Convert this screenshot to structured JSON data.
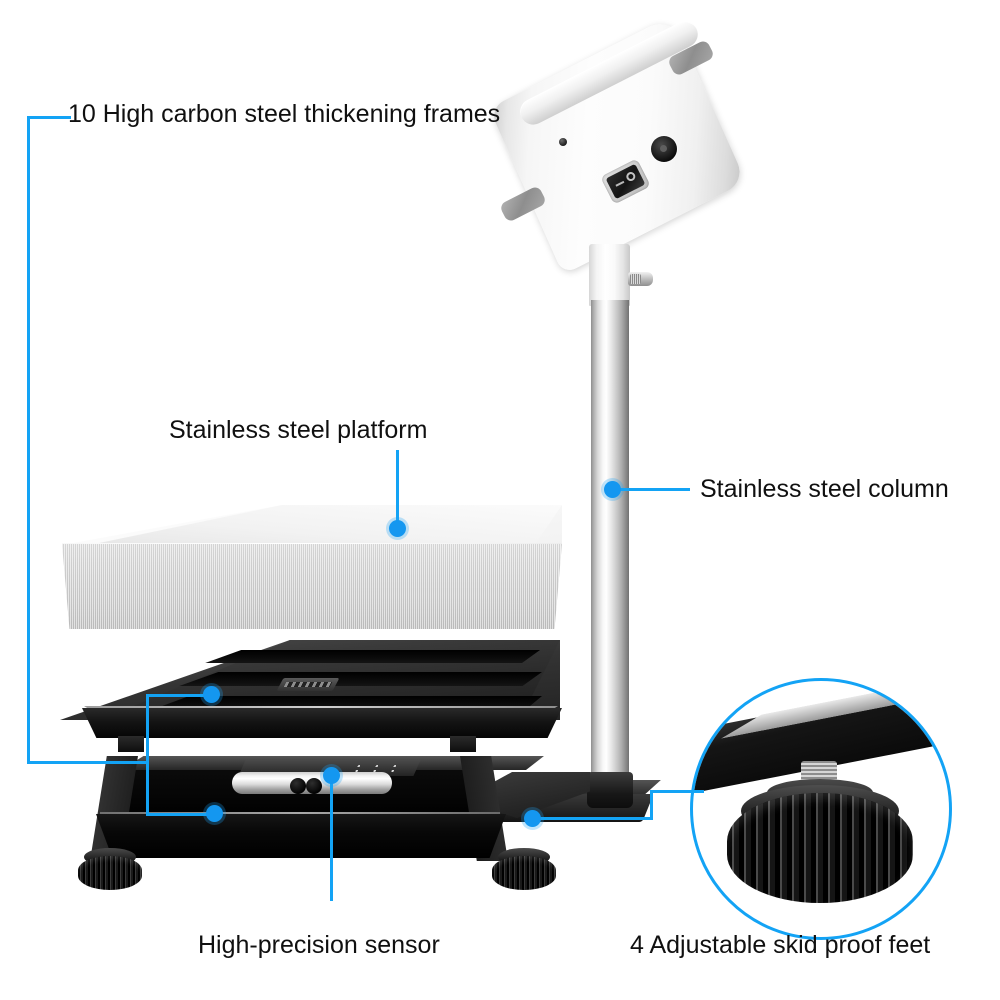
{
  "diagram": {
    "title": "Digital platform scale exploded feature diagram",
    "accent_color": "#13A3F5",
    "text_color": "#101010",
    "background_color": "#FFFFFF"
  },
  "callouts": [
    {
      "id": "frames",
      "label": "10 High carbon steel thickening frames",
      "marker_count": 2,
      "leader_style": "bracket-left"
    },
    {
      "id": "platform",
      "label": "Stainless steel platform",
      "marker_count": 1,
      "leader_style": "vertical-down"
    },
    {
      "id": "column",
      "label": "Stainless steel column",
      "marker_count": 1,
      "leader_style": "horizontal-right"
    },
    {
      "id": "sensor",
      "label": "High-precision sensor",
      "marker_count": 1,
      "leader_style": "vertical-down"
    },
    {
      "id": "feet",
      "label": "4 Adjustable skid proof feet",
      "marker_count": 1,
      "leader_style": "elbow-to-inset-circle"
    }
  ],
  "parts": {
    "display_head": {
      "name": "Scale display head (rear view)",
      "controls": [
        "power-rocker-switch",
        "dc-power-jack",
        "vent-hole"
      ]
    },
    "column": {
      "name": "Stainless steel column",
      "has_lock_knob": true
    },
    "platform": {
      "name": "Stainless steel weighing platform"
    },
    "upper_frame": {
      "name": "High carbon steel slotted frame",
      "slot_count": 3
    },
    "base_frame": {
      "name": "High carbon steel base frame"
    },
    "load_cell": {
      "name": "High-precision load cell sensor",
      "hole_count": 2
    },
    "feet": {
      "name": "Adjustable skid proof feet",
      "count": 4
    }
  },
  "inset": {
    "name": "Adjustable foot close-up detail",
    "shape": "circle"
  }
}
